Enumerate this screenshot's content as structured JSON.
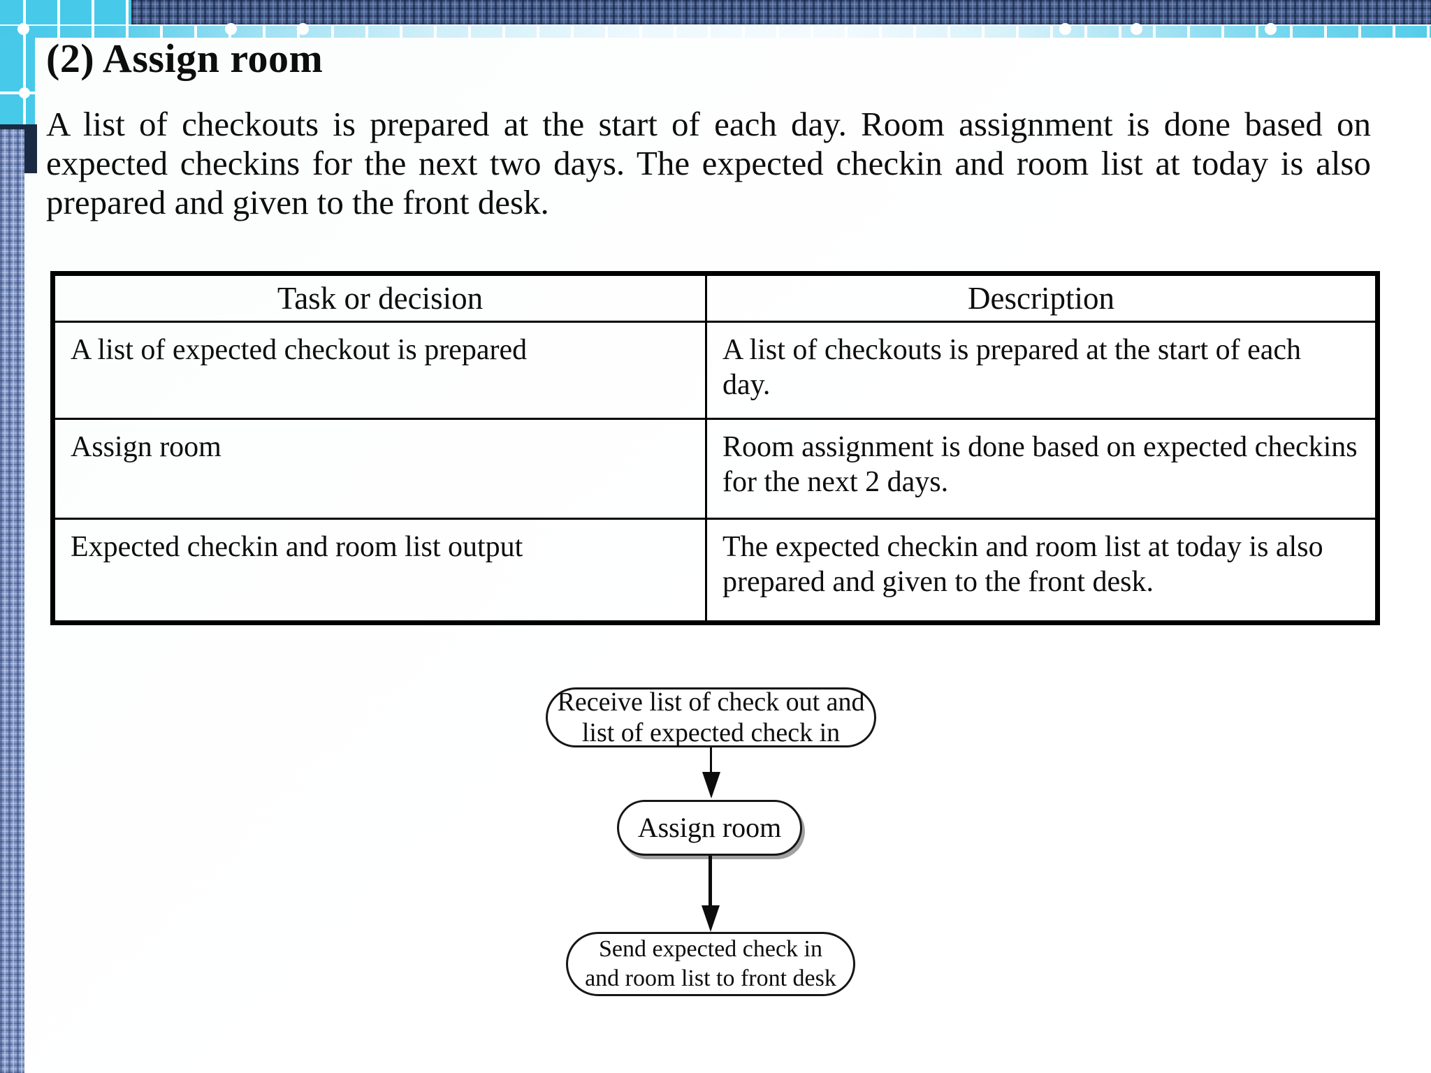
{
  "slide": {
    "title": "(2) Assign room"
  },
  "paragraph": {
    "lines": [
      "A list of checkouts is prepared at the start of each day. Room assignment is done based on",
      "expected checkins for the next two days. The expected checkin and room list at today is also",
      "prepared and given to the front desk."
    ]
  },
  "table": {
    "headers": [
      "Task or decision",
      "Description"
    ],
    "rows": [
      {
        "task": "A list of expected checkout is prepared",
        "description": "A list of checkouts is prepared at the start of each\nday."
      },
      {
        "task": "Assign room",
        "description": "Room assignment is done based on expected checkins\nfor the next 2 days."
      },
      {
        "task": "Expected checkin and room list output",
        "description": "The expected checkin and room list at today is also\nprepared and given to the front desk."
      }
    ]
  },
  "flowchart": {
    "nodes": [
      {
        "label": "Receive list of check out and\nlist of expected check in"
      },
      {
        "label": "Assign room"
      },
      {
        "label": "Send expected check in\nand room list to front desk"
      }
    ]
  },
  "decor": {
    "strip_dot_positions": [
      25,
      322,
      425,
      1516,
      1618,
      1810
    ]
  },
  "colors": {
    "cyan": "#47c9e9",
    "navy": "#1a2a42",
    "denim_dark": "#47608f",
    "denim_light": "#8095c5"
  }
}
